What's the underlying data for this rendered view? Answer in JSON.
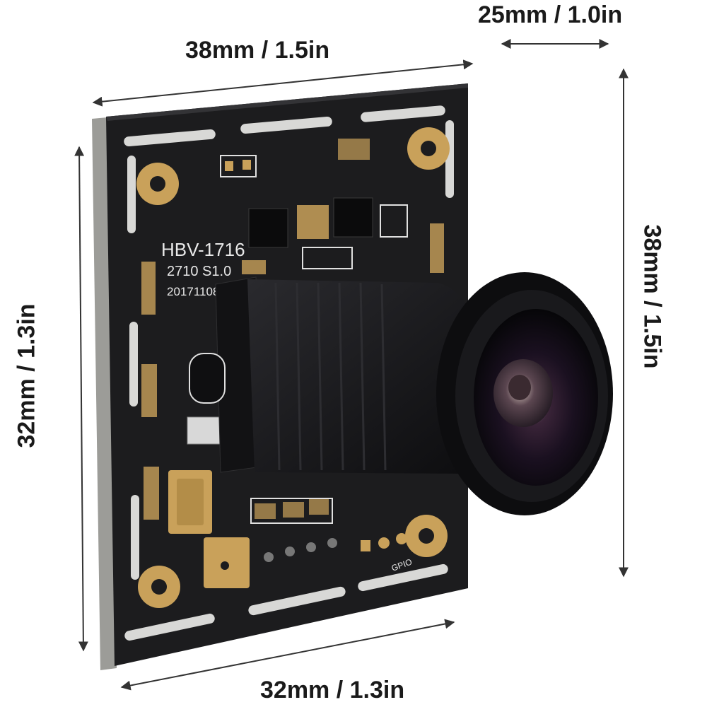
{
  "dimensions": {
    "top_width": "38mm / 1.5in",
    "depth": "25mm / 1.0in",
    "right_height": "38mm / 1.5in",
    "left_height": "32mm / 1.3in",
    "bottom_width": "32mm / 1.3in"
  },
  "silkscreen": {
    "model": "HBV-1716",
    "revision": "2710 S1.0",
    "date": "20171108",
    "gpio": "GPIO"
  },
  "colors": {
    "pcb": "#1c1c1e",
    "pad_gold": "#c9a15a",
    "lens": "#0d0d0f",
    "arrow": "#333333"
  }
}
